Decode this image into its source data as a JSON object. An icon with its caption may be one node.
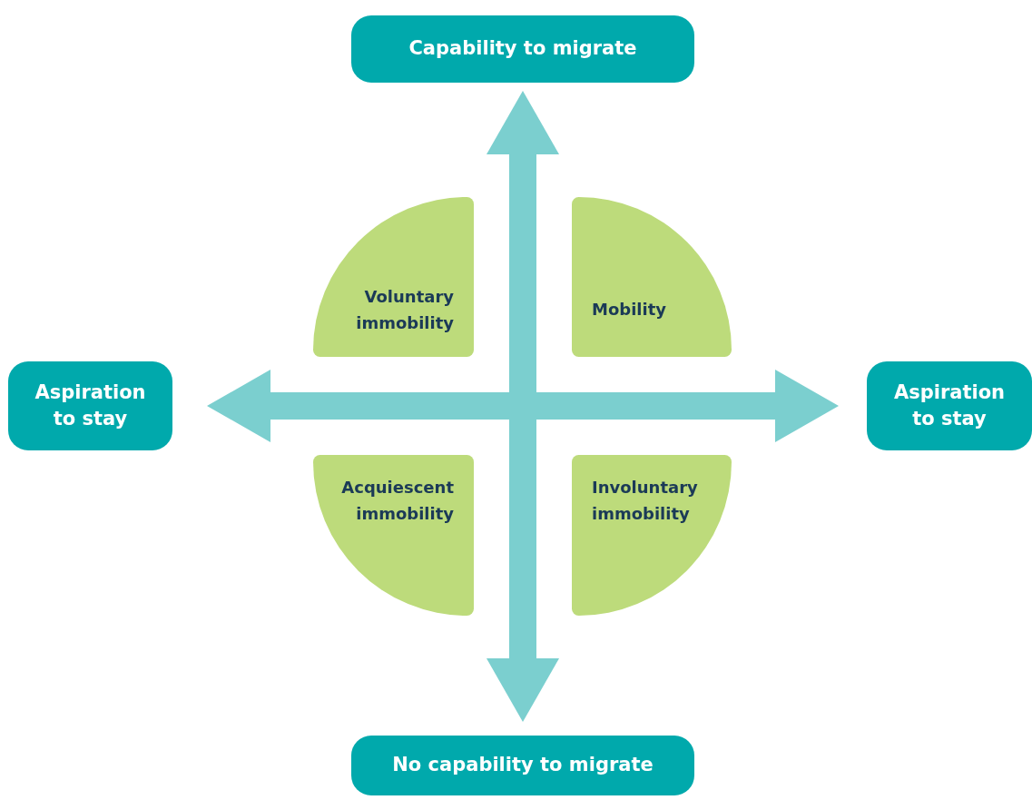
{
  "diagram": {
    "nodes": [
      {
        "text": [
          "Capability to migrate"
        ]
      },
      {
        "text": [
          "Aspiration to stay"
        ]
      },
      {
        "text": [
          "Aspiration to stay"
        ]
      },
      {
        "text": [
          "No capability to migrate"
        ]
      },
      {
        "text": [
          "Voluntary immobility"
        ]
      },
      {
        "text": [
          "Mobility"
        ]
      },
      {
        "text": [
          "Acquiescent immobility"
        ]
      },
      {
        "text": [
          "Involuntary immobility"
        ]
      }
    ],
    "edges": [
      {
        "from": 0,
        "to": 3,
        "arrow": "both"
      },
      {
        "from": 1,
        "to": 2,
        "arrow": "both"
      }
    ]
  }
}
